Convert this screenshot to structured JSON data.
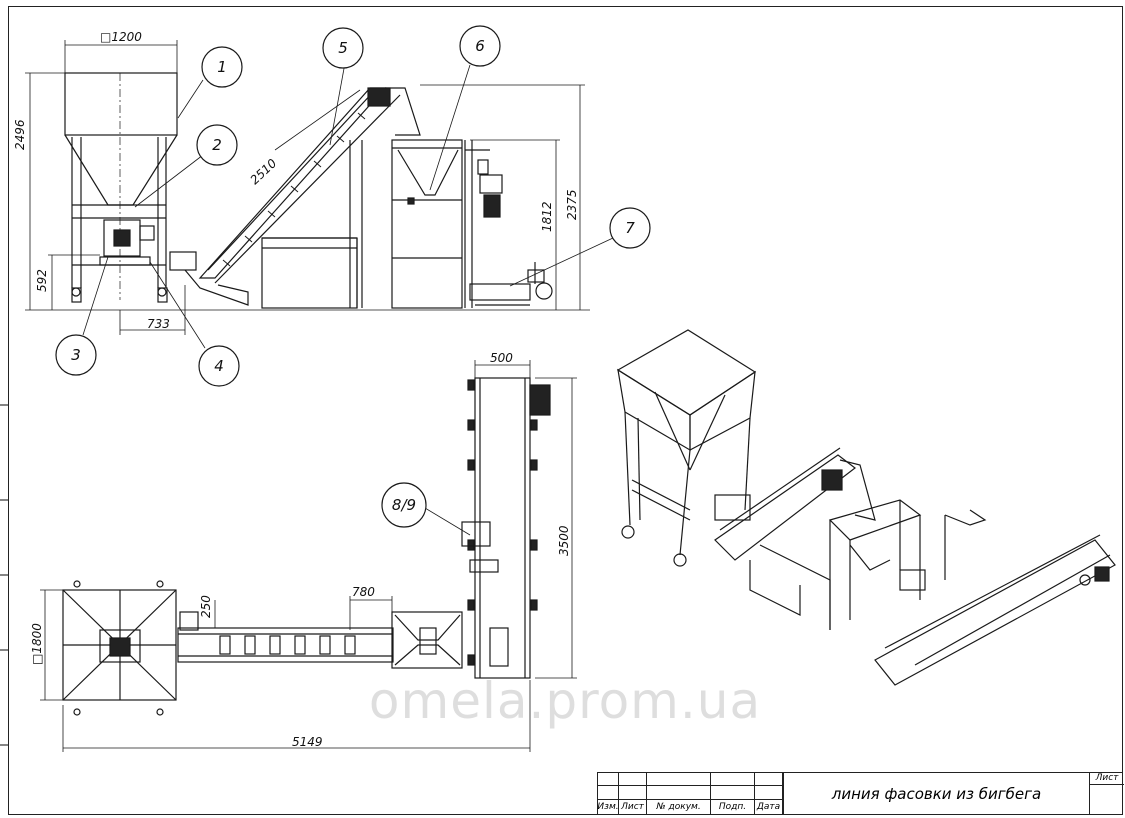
{
  "callouts": [
    "1",
    "2",
    "3",
    "4",
    "5",
    "6",
    "7",
    "8/9"
  ],
  "dimensions": {
    "hopper_width": "□1200",
    "height_total_hopper": "2496",
    "height_outlet": "592",
    "outlet_offset": "733",
    "conveyor_length": "2510",
    "height_line": "2375",
    "height_filler": "1812",
    "plan_belt_width": "500",
    "plan_belt_length": "3500",
    "plan_hopper_size": "□1800",
    "plan_offset_250": "250",
    "plan_780": "780",
    "plan_total_length": "5149"
  },
  "watermark": "omela.prom.ua",
  "title_block": {
    "title": "линия фасовки из бигбега",
    "sheet_label": "Лист",
    "columns": [
      "Изм.",
      "Лист",
      "№ докум.",
      "Подп.",
      "Дата"
    ]
  }
}
